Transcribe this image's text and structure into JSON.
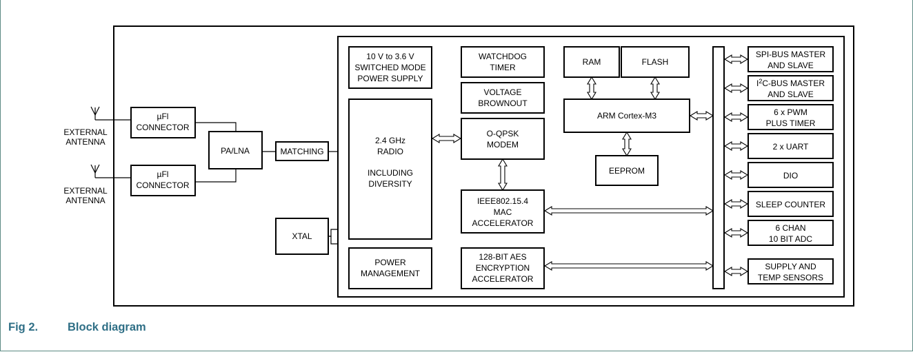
{
  "caption": {
    "number": "Fig 2.",
    "title": "Block diagram"
  },
  "antennas": [
    {
      "line1": "EXTERNAL",
      "line2": "ANTENNA"
    },
    {
      "line1": "EXTERNAL",
      "line2": "ANTENNA"
    }
  ],
  "rf_front_end": {
    "connector_top": [
      "µFl",
      "CONNECTOR"
    ],
    "connector_bottom": [
      "µFl",
      "CONNECTOR"
    ],
    "pa_lna": "PA/LNA",
    "matching": "MATCHING",
    "xtal": "XTAL"
  },
  "chip": {
    "power_supply": [
      "10 V to 3.6 V",
      "SWITCHED MODE",
      "POWER SUPPLY"
    ],
    "radio": [
      "2.4 GHz",
      "RADIO",
      "INCLUDING",
      "DIVERSITY"
    ],
    "power_management": [
      "POWER",
      "MANAGEMENT"
    ],
    "watchdog": [
      "WATCHDOG",
      "TIMER"
    ],
    "brownout": [
      "VOLTAGE",
      "BROWNOUT"
    ],
    "modem": [
      "O-QPSK",
      "MODEM"
    ],
    "mac": [
      "IEEE802.15.4",
      "MAC",
      "ACCELERATOR"
    ],
    "aes": [
      "128-BIT AES",
      "ENCRYPTION",
      "ACCELERATOR"
    ],
    "ram": "RAM",
    "flash": "FLASH",
    "cpu": "ARM Cortex-M3",
    "eeprom": "EEPROM"
  },
  "peripherals": [
    [
      "SPI-BUS MASTER",
      "AND SLAVE"
    ],
    [
      "I",
      "2",
      "C-BUS MASTER",
      "AND SLAVE"
    ],
    [
      "6 x PWM",
      "PLUS TIMER"
    ],
    [
      "2 x UART"
    ],
    [
      "DIO"
    ],
    [
      "SLEEP COUNTER"
    ],
    [
      "6 CHAN",
      "10 BIT ADC"
    ],
    [
      "SUPPLY AND",
      "TEMP SENSORS"
    ]
  ]
}
